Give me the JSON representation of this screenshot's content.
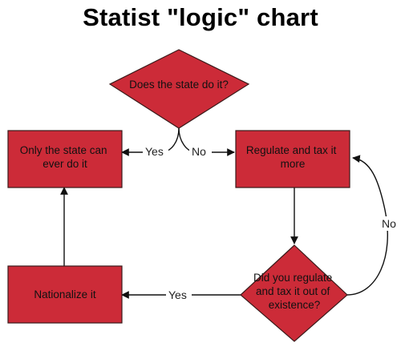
{
  "title": "Statist \"logic\" chart",
  "colors": {
    "node_fill": "#cc2b38",
    "node_stroke": "#3a1a1a",
    "edge": "#111111"
  },
  "nodes": {
    "decision_state": {
      "lines": [
        "Does the state do it?"
      ]
    },
    "only_state": {
      "lines": [
        "Only the state can",
        "ever do it"
      ]
    },
    "regulate": {
      "lines": [
        "Regulate and tax it",
        "more"
      ]
    },
    "nationalize": {
      "lines": [
        "Nationalize it"
      ]
    },
    "decision_existence": {
      "lines": [
        "Did you regulate",
        "and tax it out of",
        "existence?"
      ]
    }
  },
  "edges": {
    "yes_top": "Yes",
    "no_top": "No",
    "no_right": "No",
    "yes_bottom": "Yes"
  }
}
